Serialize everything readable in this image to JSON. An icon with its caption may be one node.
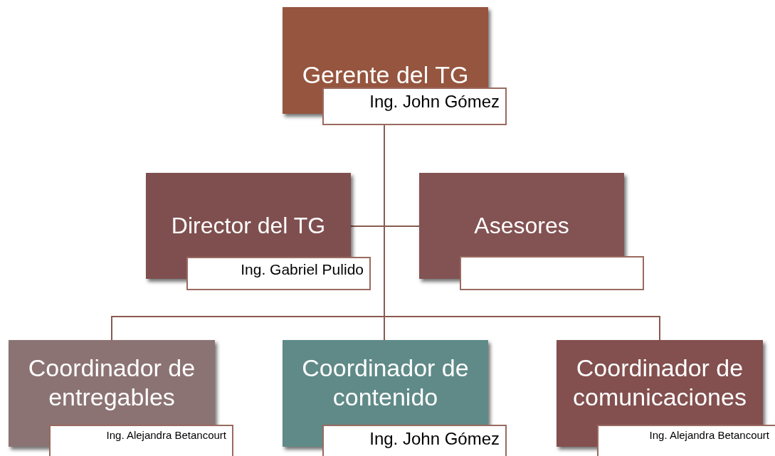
{
  "diagram": {
    "nodes": [
      {
        "text": [
          "Gerente del TG",
          "Ing. John Gómez"
        ]
      },
      {
        "text": [
          "Director del TG",
          "Ing. Gabriel Pulido"
        ]
      },
      {
        "text": [
          "Asesores"
        ]
      },
      {
        "text": [],
        "shape": "box"
      },
      {
        "text": [
          "Coordinador de entregables",
          "Ing. Alejandra Betancourt"
        ]
      },
      {
        "text": [
          "Coordinador de contenido",
          "Ing. John Gómez"
        ]
      },
      {
        "text": [
          "Coordinador de comunicaciones",
          "Ing. Alejandra Betancourt"
        ]
      }
    ],
    "edges": [
      {
        "from": 0,
        "to": 1,
        "arrow": "none"
      },
      {
        "from": 0,
        "to": 2,
        "arrow": "none"
      },
      {
        "from": 0,
        "to": 4,
        "arrow": "none"
      },
      {
        "from": 0,
        "to": 5,
        "arrow": "none"
      },
      {
        "from": 0,
        "to": 6,
        "arrow": "none"
      }
    ]
  }
}
